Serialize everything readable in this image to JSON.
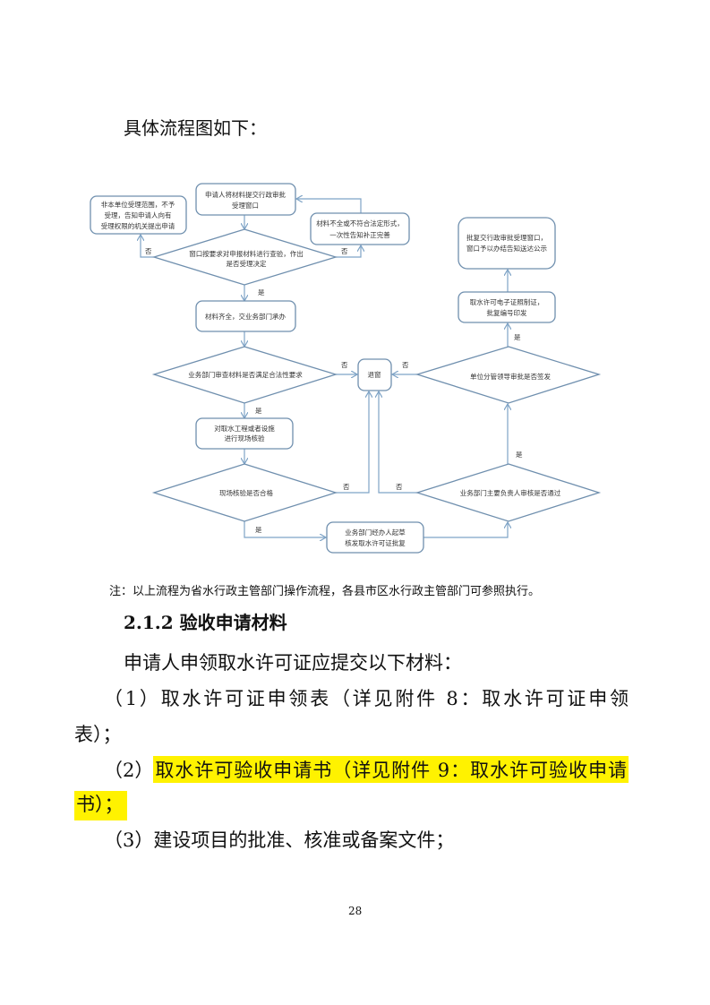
{
  "intro": "具体流程图如下：",
  "flowchart": {
    "nodes": {
      "submit": [
        "申请人将材料提交行政审批",
        "受理窗口"
      ],
      "reject_scope": [
        "非本单位受理范围，不予",
        "受理，告知申请人向有",
        "受理权限的机关提出申请"
      ],
      "incomplete": [
        "材料不全或不符合法定形式，",
        "一次性告知补正完善"
      ],
      "check_window": [
        "窗口按要求对申报材料进行查验，作出",
        "是否受理决定"
      ],
      "accepted": [
        "材料齐全，交业务部门承办"
      ],
      "legal_check": [
        "业务部门审查材料是否满足合法性要求"
      ],
      "return_window": [
        "退窗"
      ],
      "site_check_task": [
        "对取水工程或者设施",
        "进行现场核验"
      ],
      "site_ok": [
        "现场核验是否合格"
      ],
      "draft": [
        "业务部门经办人起草",
        "核发取水许可证批复"
      ],
      "head_review": [
        "业务部门主要负责人审核是否通过"
      ],
      "leader_sign": [
        "单位分管领导审批是否签发"
      ],
      "e_license": [
        "取水许可电子证照制证，",
        "批复编号印发"
      ],
      "deliver": [
        "批复交行政审批受理窗口，",
        "窗口予以办结告知送达公示"
      ]
    },
    "labels": {
      "yes": "是",
      "no": "否"
    }
  },
  "note": "注：以上流程为省水行政主管部门操作流程，各县市区水行政主管部门可参照执行。",
  "section_heading": "2.1.2 验收申请材料",
  "paragraphs": {
    "p1": "申请人申领取水许可证应提交以下材料：",
    "item1_a": "（1）取水许可证申领表（详见附件 8：取水许可证申领",
    "item1_b": "表）；",
    "item2_prefix": "（2）",
    "item2_a": "取水许可验收申请书（详见附件 9：取水许可验收申请",
    "item2_b": "书）；",
    "item3": "（3）建设项目的批准、核准或备案文件；"
  },
  "page_number": "28",
  "colors": {
    "highlight": "#fff200",
    "flow_line": "#7ea3c6"
  }
}
